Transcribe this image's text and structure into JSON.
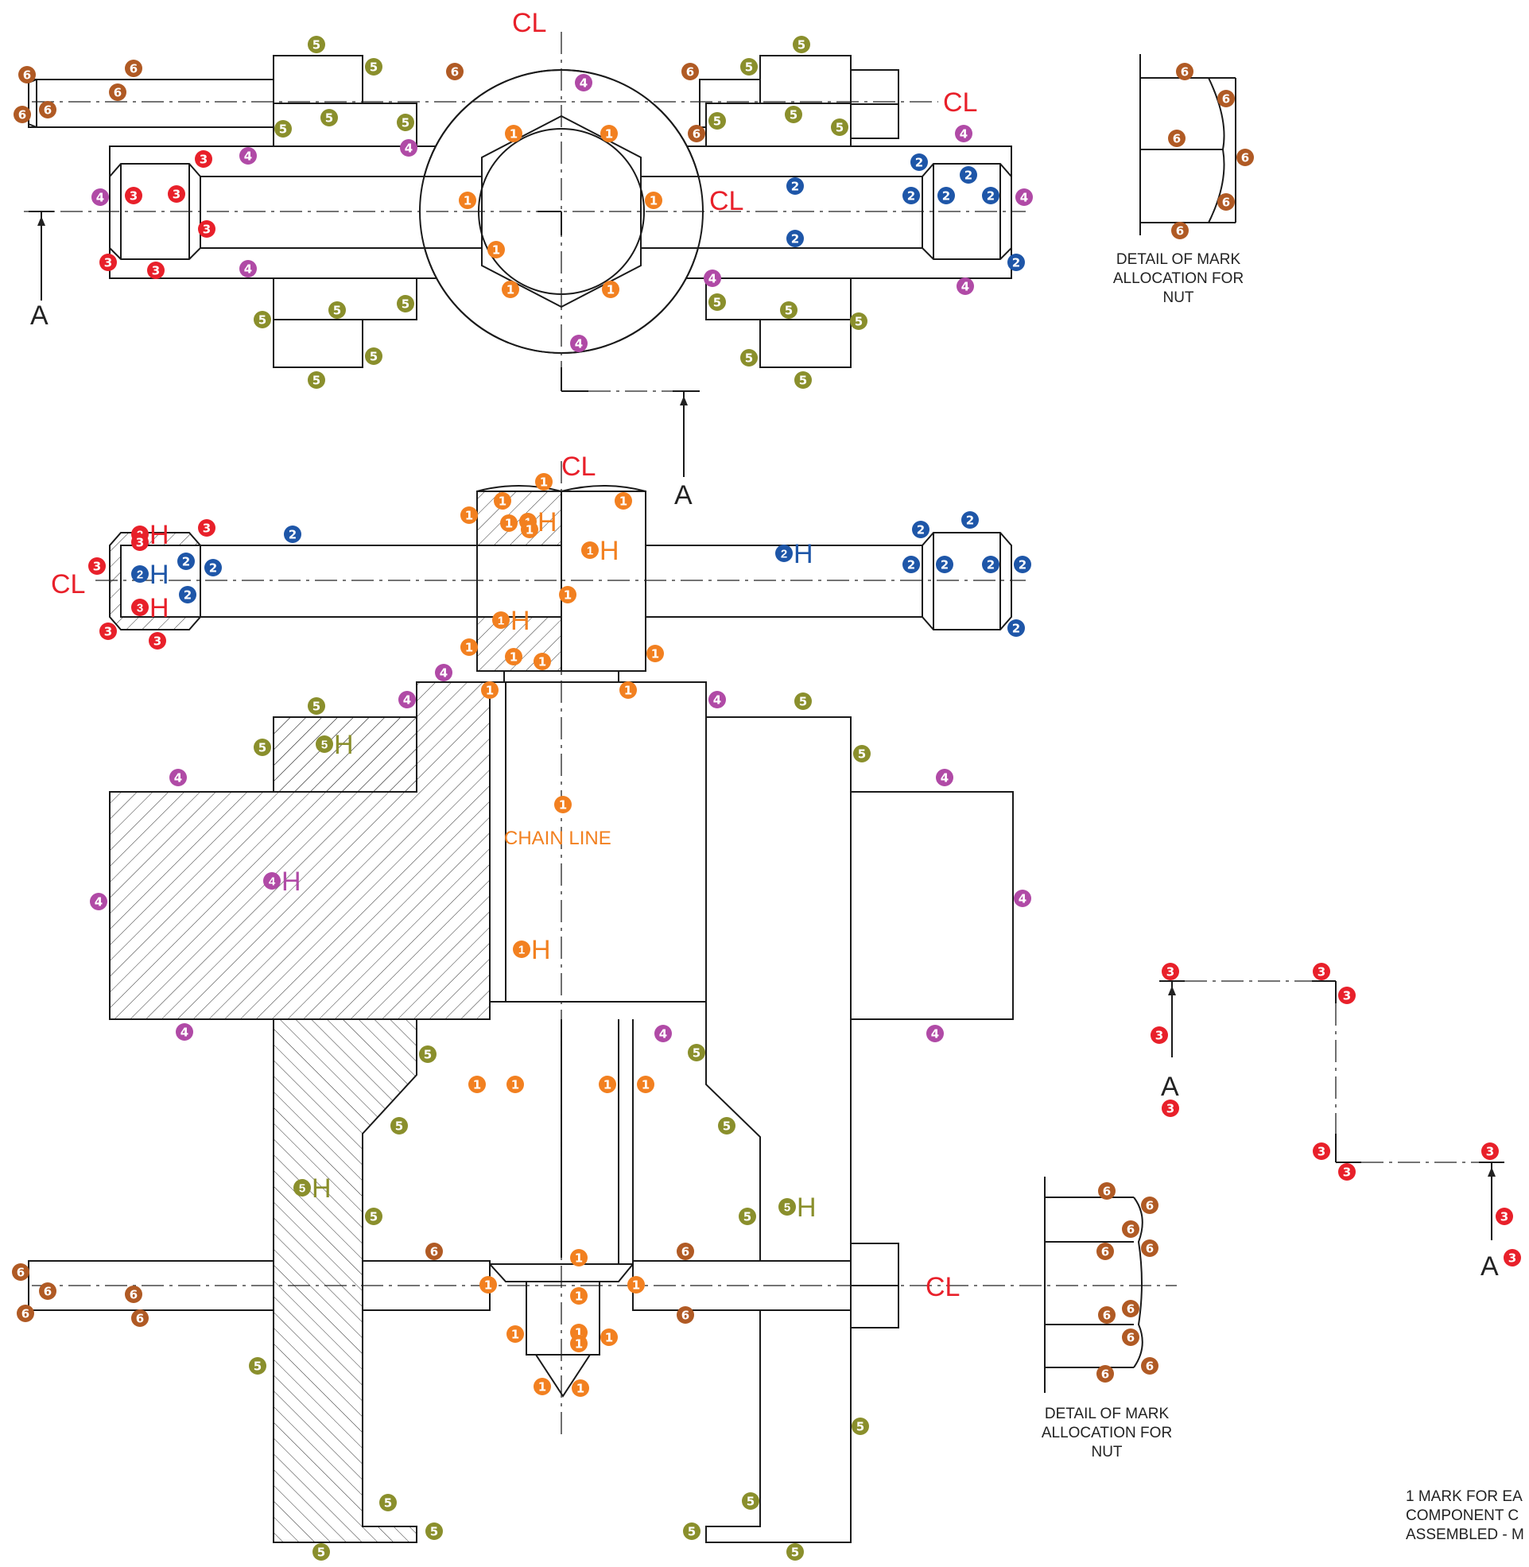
{
  "colors": {
    "1": "#f28020",
    "2": "#1e56a8",
    "3": "#e8202a",
    "4": "#b04aa6",
    "5": "#8a8f2c",
    "6": "#b05a24",
    "cl_label": "#e8202a"
  },
  "labels": {
    "cl": "CL",
    "section_a": "A",
    "chain_line": "CHAIN LINE",
    "detail_nut_line1": "DETAIL OF MARK",
    "detail_nut_line2": "ALLOCATION FOR",
    "detail_nut_line3": "NUT",
    "note_line1": "1 MARK FOR EA",
    "note_line2": "COMPONENT  C",
    "note_line3": "ASSEMBLED - M"
  },
  "h_labels": [
    {
      "mark": "1",
      "text": "H"
    },
    {
      "mark": "1",
      "text": "H"
    },
    {
      "mark": "1",
      "text": "H"
    },
    {
      "mark": "1",
      "text": "H"
    },
    {
      "mark": "2",
      "text": "H"
    },
    {
      "mark": "2",
      "text": "H"
    },
    {
      "mark": "3",
      "text": "H"
    },
    {
      "mark": "3",
      "text": "H"
    },
    {
      "mark": "4",
      "text": "H"
    },
    {
      "mark": "5",
      "text": "H"
    },
    {
      "mark": "5",
      "text": "H"
    },
    {
      "mark": "5",
      "text": "H"
    }
  ]
}
